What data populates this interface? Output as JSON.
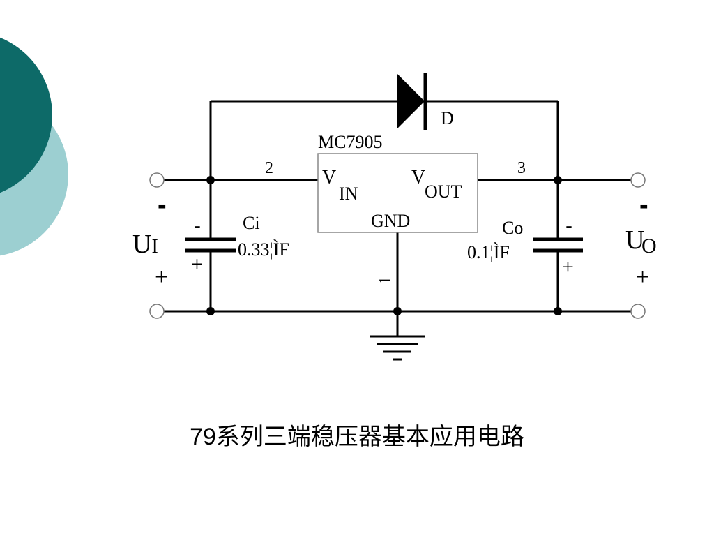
{
  "colors": {
    "circle_dark": "#0d6a68",
    "circle_light": "#9ccfd1",
    "wire": "#000000",
    "ic_border": "#888888"
  },
  "circuit": {
    "ic_name": "MC7905",
    "diode_label": "D",
    "vin_label": "V",
    "vin_sub": "IN",
    "vout_label": "V",
    "vout_sub": "OUT",
    "gnd_label": "GND",
    "pin_in": "2",
    "pin_out": "3",
    "pin_gnd": "1",
    "ci_name": "Ci",
    "ci_value": "0.33¦ÌF",
    "co_name": "Co",
    "co_value": "0.1¦ÌF",
    "ui_main": "U",
    "ui_sub": "I",
    "uo_main": "U",
    "uo_sub": "O",
    "minus": "-",
    "plus": "+"
  },
  "caption": "79系列三端稳压器基本应用电路"
}
